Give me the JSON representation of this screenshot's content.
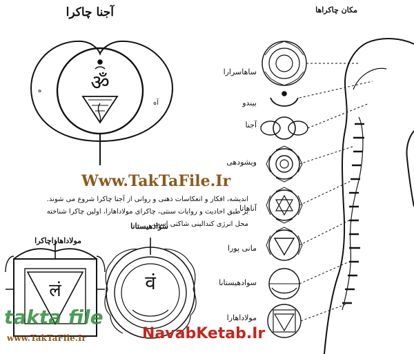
{
  "titles": {
    "ajna": "آجنا چاکرا",
    "chakra_locations": "مکان چاکراها",
    "muladhara": "مولاداهاراچاکرا",
    "svadhisthana": "سوادهیستانا"
  },
  "chakra_labels": [
    "ساهاسرارا",
    "بیندو",
    "آجنا",
    "ویشودهی",
    "آناهاتا",
    "مانی پورا",
    "سوادهیستانا",
    "مولاداهارا"
  ],
  "petal_letters": {
    "left": "ه",
    "right": "آه"
  },
  "seed_syllables": {
    "svadhisthana": "वं",
    "muladhara": "लं"
  },
  "paragraph_lines": [
    "اندیشه، افکار و انعکاسات ذهنی و روانی از آجنا چاکرا شروع می شوند.",
    "بر طبق احادیث و روایات سنتی، چاکرای مولاداهارا، اولین چاکرا شناخته",
    "محل انرژی کندالینی شاکتی است."
  ],
  "watermarks": {
    "center": "Www.TakTaFile.Ir",
    "bottom_left_brand": "takta file",
    "bottom_left_url": "www.TakTaFile.Ir",
    "bottom_center": "NavabKetab.Ir"
  },
  "colors": {
    "ink": "#111111",
    "watermark_brown": "#8a5a1c",
    "watermark_green": "#2e8b3a",
    "watermark_red": "#c0281e"
  }
}
